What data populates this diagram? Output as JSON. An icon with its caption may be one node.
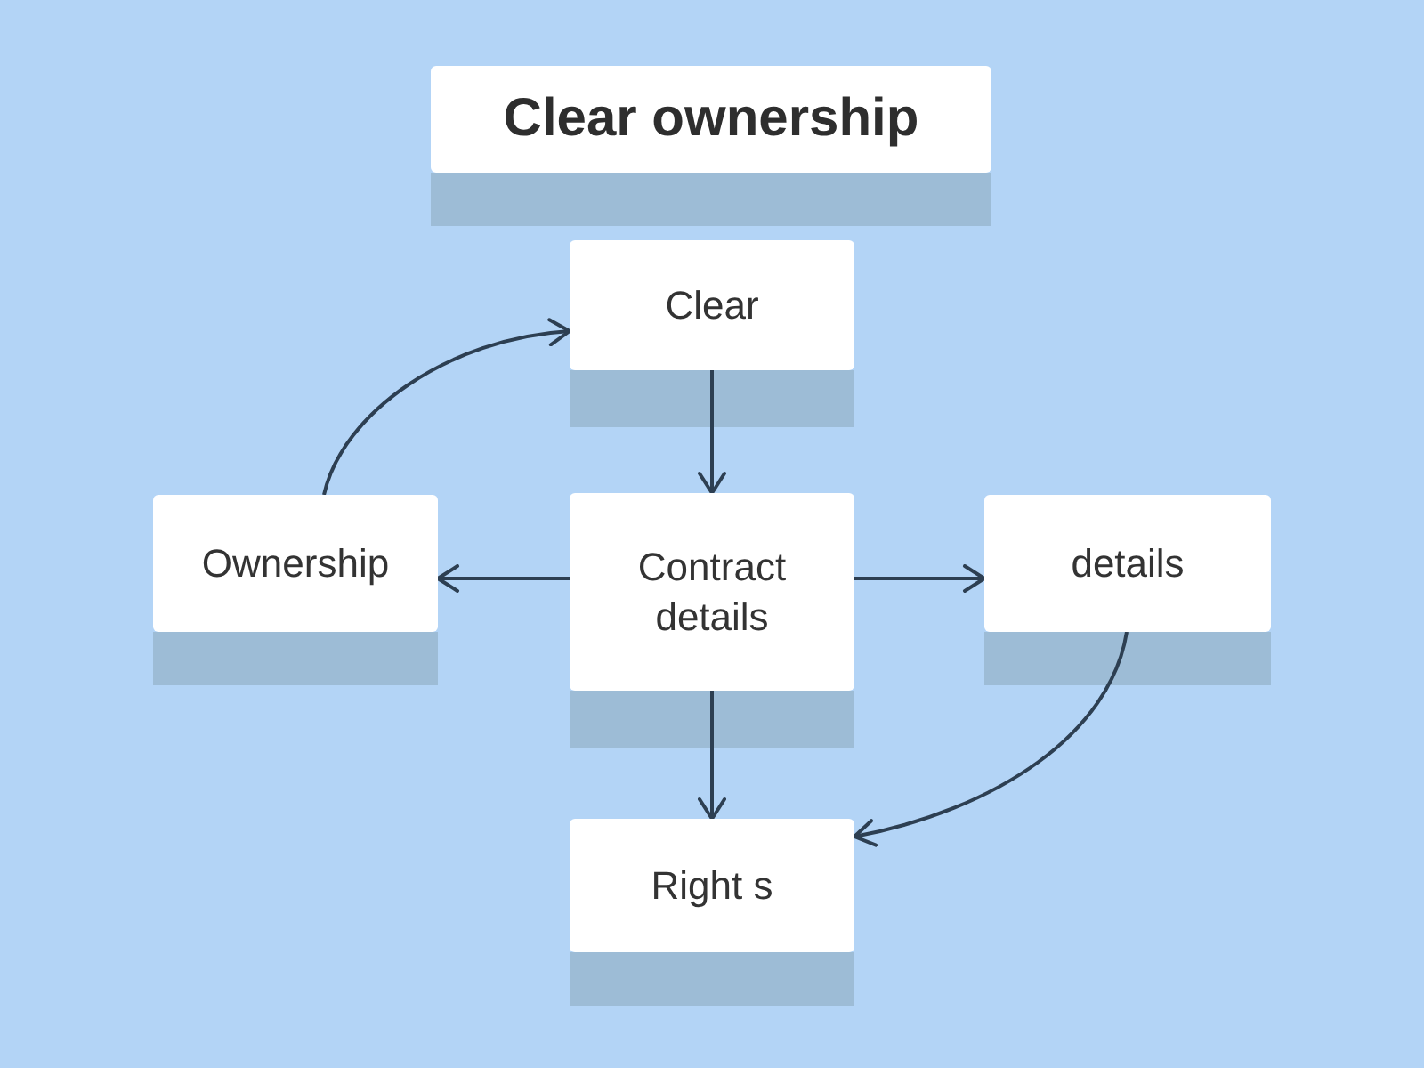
{
  "diagram": {
    "nodes": [
      {
        "text": [
          "Clear ownership"
        ]
      },
      {
        "text": [
          "Clear"
        ]
      },
      {
        "text": [
          "Ownership"
        ]
      },
      {
        "text": [
          "Contract details"
        ]
      },
      {
        "text": [
          "details"
        ]
      },
      {
        "text": [
          "Right s"
        ]
      }
    ],
    "edges": [
      {
        "from": 1,
        "to": 3,
        "arrow": "to"
      },
      {
        "from": 2,
        "to": 1,
        "arrow": "to"
      },
      {
        "from": 3,
        "to": 2,
        "arrow": "to"
      },
      {
        "from": 3,
        "to": 4,
        "arrow": "to"
      },
      {
        "from": 3,
        "to": 5,
        "arrow": "to"
      },
      {
        "from": 4,
        "to": 5,
        "arrow": "to"
      }
    ]
  }
}
